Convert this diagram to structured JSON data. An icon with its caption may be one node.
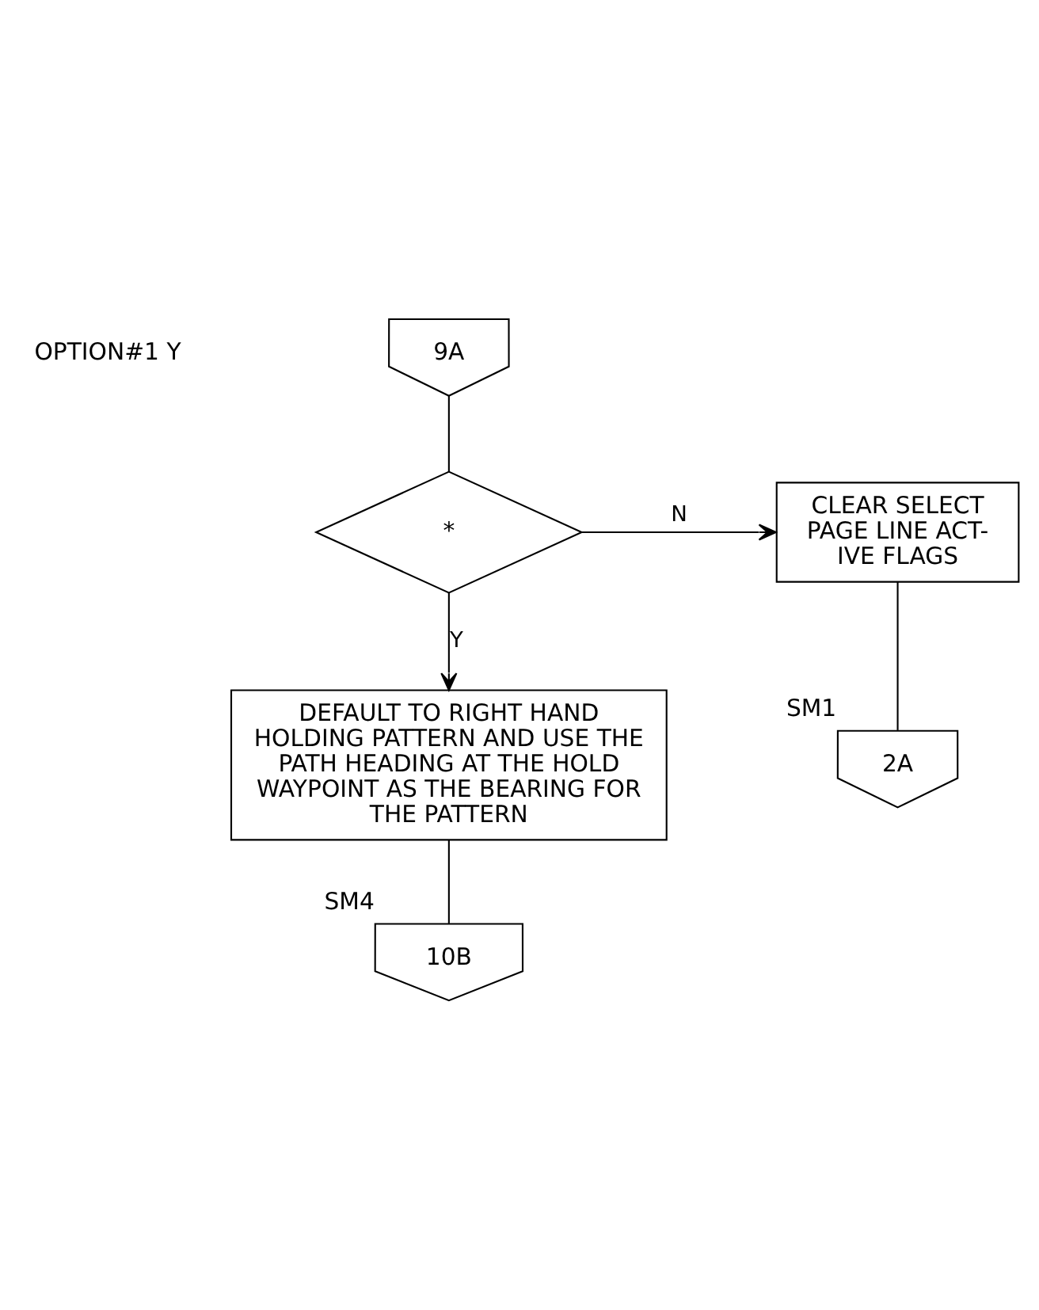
{
  "diagram": {
    "nodes": [
      {
        "text": [
          "9A"
        ]
      },
      {
        "text": [
          "*"
        ]
      },
      {
        "text": [
          "CLEAR SELECT PAGE LINE ACT-IVE FLAGS"
        ]
      },
      {
        "text": [
          "2A"
        ],
        "beside": [
          "SM1"
        ]
      },
      {
        "text": [
          "DEFAULT TO RIGHT HAND HOLDING PATTERN AND USE THE PATH HEADING AT THE HOLD WAYPOINT AS THE BEARING FOR THE PATTERN"
        ]
      },
      {
        "text": [
          "10B"
        ],
        "beside": [
          "SM4"
        ]
      }
    ],
    "edges": [
      {
        "from": 0,
        "to": 1,
        "arrow": "none"
      },
      {
        "from": 1,
        "to": 2,
        "arrow": "to",
        "label": "N"
      },
      {
        "from": 1,
        "to": 4,
        "arrow": "to",
        "label": "Y"
      },
      {
        "from": 2,
        "to": 3,
        "arrow": "none"
      },
      {
        "from": 4,
        "to": 5,
        "arrow": "none"
      }
    ],
    "labels": [
      "OPTION#1 Y"
    ]
  }
}
